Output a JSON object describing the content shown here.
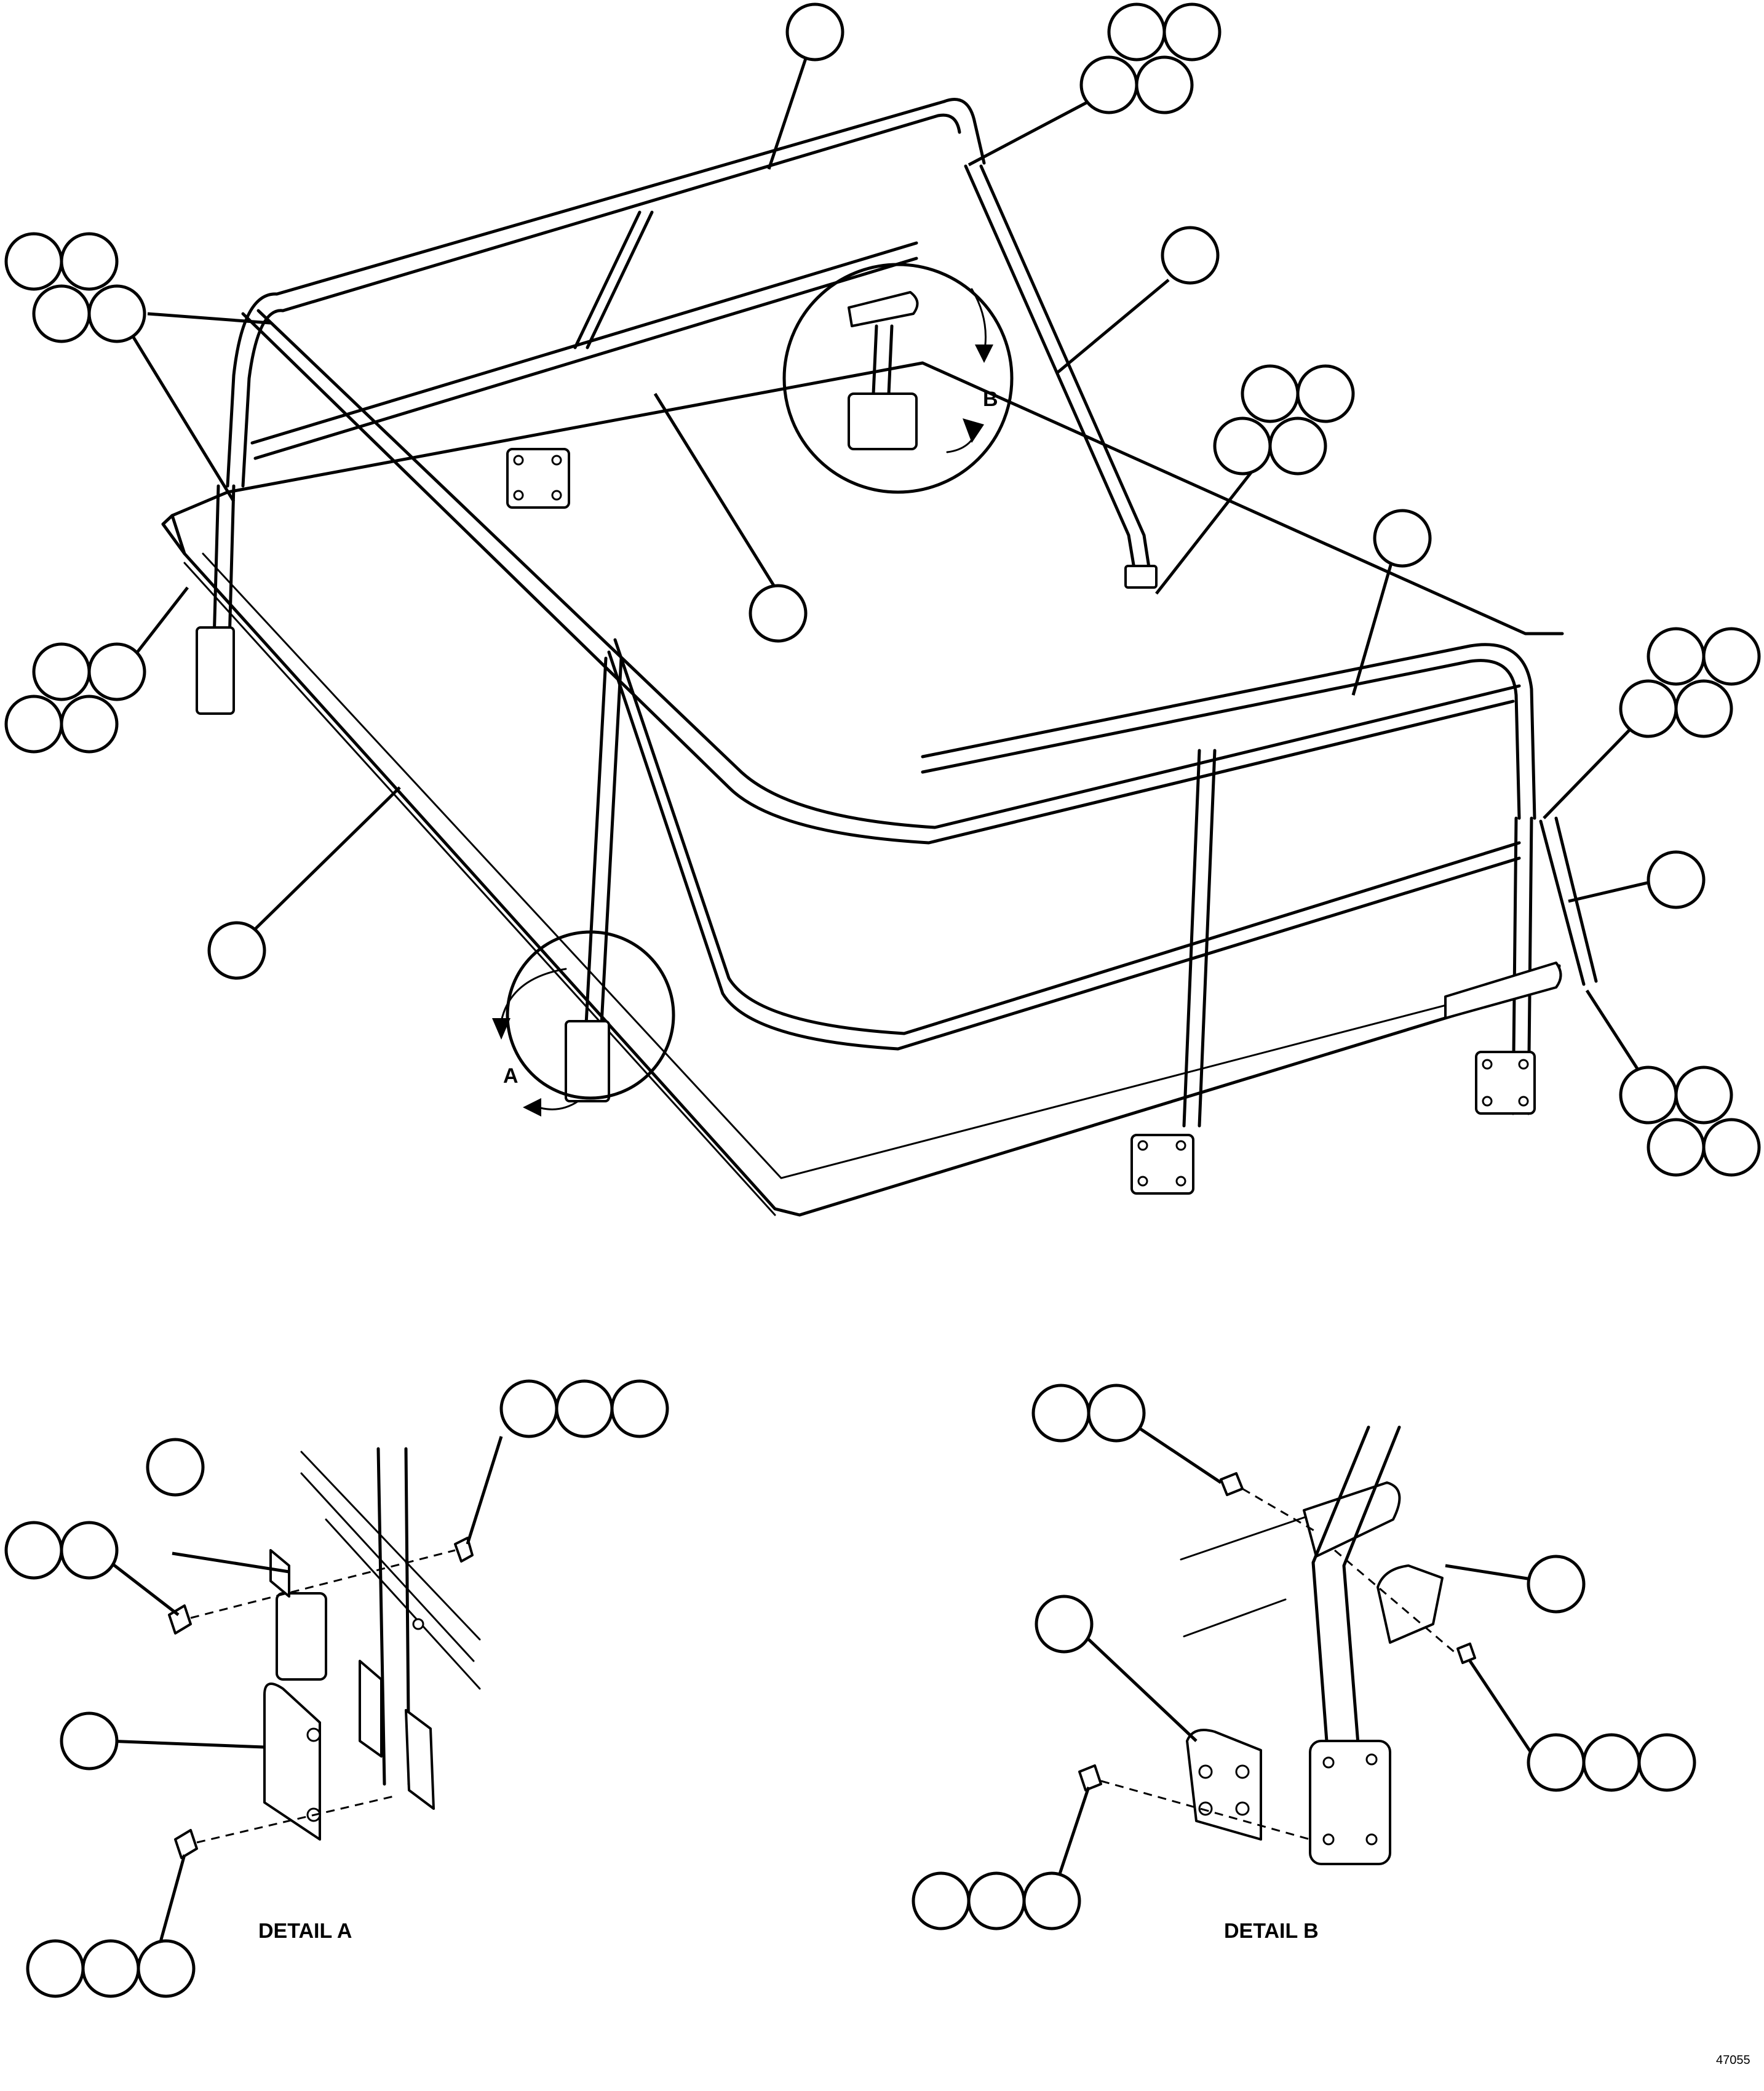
{
  "detail_labels": {
    "callout_a": "A",
    "callout_b": "B",
    "caption_a": "DETAIL A",
    "caption_b": "DETAIL B"
  },
  "drawing_number": "47055"
}
